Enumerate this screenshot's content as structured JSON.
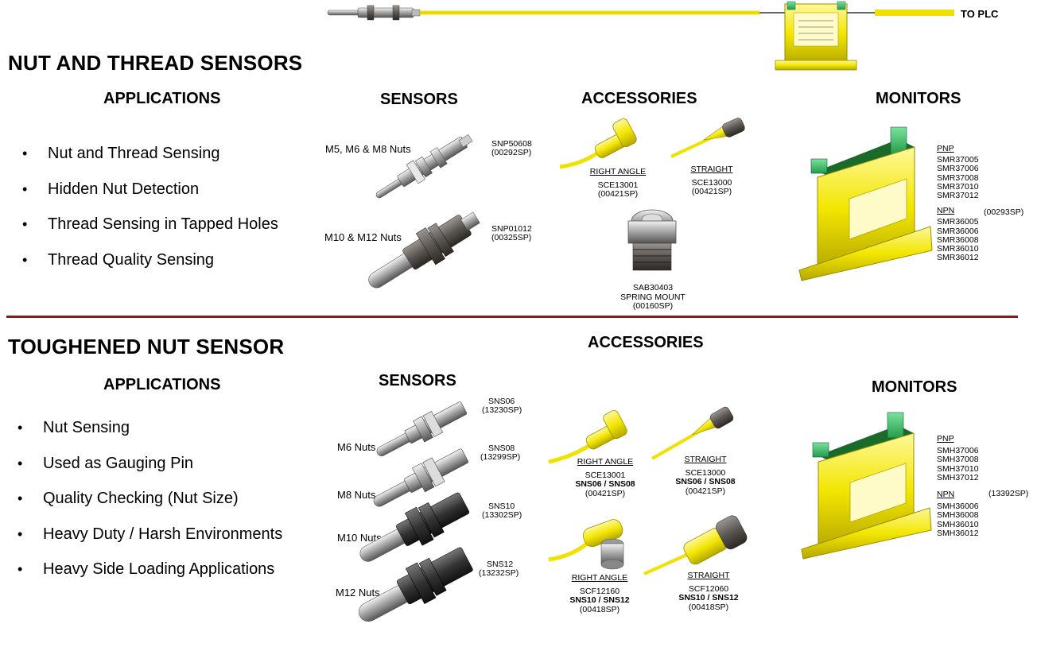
{
  "top_diagram": {
    "to_plc": "TO PLC"
  },
  "section1": {
    "title": "NUT AND THREAD SENSORS",
    "applications_heading": "APPLICATIONS",
    "applications": [
      "Nut  and Thread Sensing",
      "Hidden Nut Detection",
      "Thread Sensing in Tapped Holes",
      "Thread Quality Sensing"
    ],
    "sensors_heading": "SENSORS",
    "sensors": [
      {
        "label": "M5, M6 & M8 Nuts",
        "model": "SNP50608",
        "code": "(00292SP)"
      },
      {
        "label": "M10 & M12 Nuts",
        "model": "SNP01012",
        "code": "(00325SP)"
      }
    ],
    "accessories_heading": "ACCESSORIES",
    "accessories": [
      {
        "type": "RIGHT ANGLE",
        "model": "SCE13001",
        "code": "(00421SP)"
      },
      {
        "type": "STRAIGHT",
        "model": "SCE13000",
        "code": "(00421SP)"
      },
      {
        "model": "SAB30403",
        "type": "SPRING MOUNT",
        "code": "(00160SP)"
      }
    ],
    "monitors_heading": "MONITORS",
    "monitors": {
      "pnp_label": "PNP",
      "pnp": [
        "SMR37005",
        "SMR37006",
        "SMR37008",
        "SMR37010",
        "SMR37012"
      ],
      "npn_label": "NPN",
      "npn": [
        "SMR36005",
        "SMR36006",
        "SMR36008",
        "SMR36010",
        "SMR36012"
      ],
      "code": "(00293SP)"
    }
  },
  "section2": {
    "title": "TOUGHENED NUT SENSOR",
    "applications_heading": "APPLICATIONS",
    "applications": [
      "Nut Sensing",
      "Used as Gauging Pin",
      "Quality Checking (Nut Size)",
      "Heavy Duty / Harsh Environments",
      "Heavy Side Loading Applications"
    ],
    "sensors_heading": "SENSORS",
    "sensors": [
      {
        "label": "M6 Nuts",
        "model": "SNS06",
        "code": "(13230SP)"
      },
      {
        "label": "M8 Nuts",
        "model": "SNS08",
        "code": "(13299SP)"
      },
      {
        "label": "M10 Nuts",
        "model": "SNS10",
        "code": "(13302SP)"
      },
      {
        "label": "M12 Nuts",
        "model": "SNS12",
        "code": "(13232SP)"
      }
    ],
    "accessories_heading": "ACCESSORIES",
    "accessories": [
      {
        "type": "RIGHT ANGLE",
        "model": "SCE13001",
        "fits": "SNS06 / SNS08",
        "code": "(00421SP)"
      },
      {
        "type": "STRAIGHT",
        "model": "SCE13000",
        "fits": "SNS06 / SNS08",
        "code": "(00421SP)"
      },
      {
        "type": "RIGHT ANGLE",
        "model": "SCF12160",
        "fits": "SNS10 / SNS12",
        "code": "(00418SP)"
      },
      {
        "type": "STRAIGHT",
        "model": "SCF12060",
        "fits": "SNS10 / SNS12",
        "code": "(00418SP)"
      }
    ],
    "monitors_heading": "MONITORS",
    "monitors": {
      "pnp_label": "PNP",
      "pnp": [
        "SMH37006",
        "SMH37008",
        "SMH37010",
        "SMH37012"
      ],
      "npn_label": "NPN",
      "npn": [
        "SMH36006",
        "SMH36008",
        "SMH36010",
        "SMH36012"
      ],
      "code": "(13392SP)"
    }
  }
}
